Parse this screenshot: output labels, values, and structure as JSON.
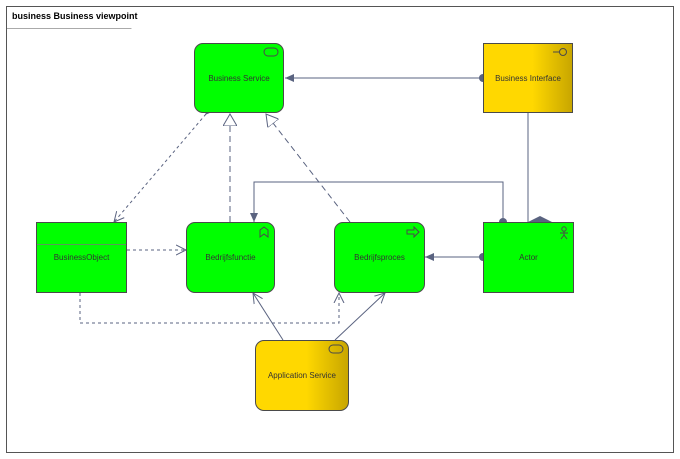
{
  "diagram": {
    "frame_title": "business Business viewpoint",
    "nodes": {
      "business_service": "Business Service",
      "business_interface": "Business Interface",
      "business_object": "BusinessObject",
      "bedrijfsfunctie": "Bedrijfsfunctie",
      "bedrijfsproces": "Bedrijfsproces",
      "actor": "Actor",
      "application_service": "Application Service"
    },
    "colors": {
      "business": "#00ff00",
      "application": "#ffd800",
      "line": "#5a6380"
    }
  }
}
